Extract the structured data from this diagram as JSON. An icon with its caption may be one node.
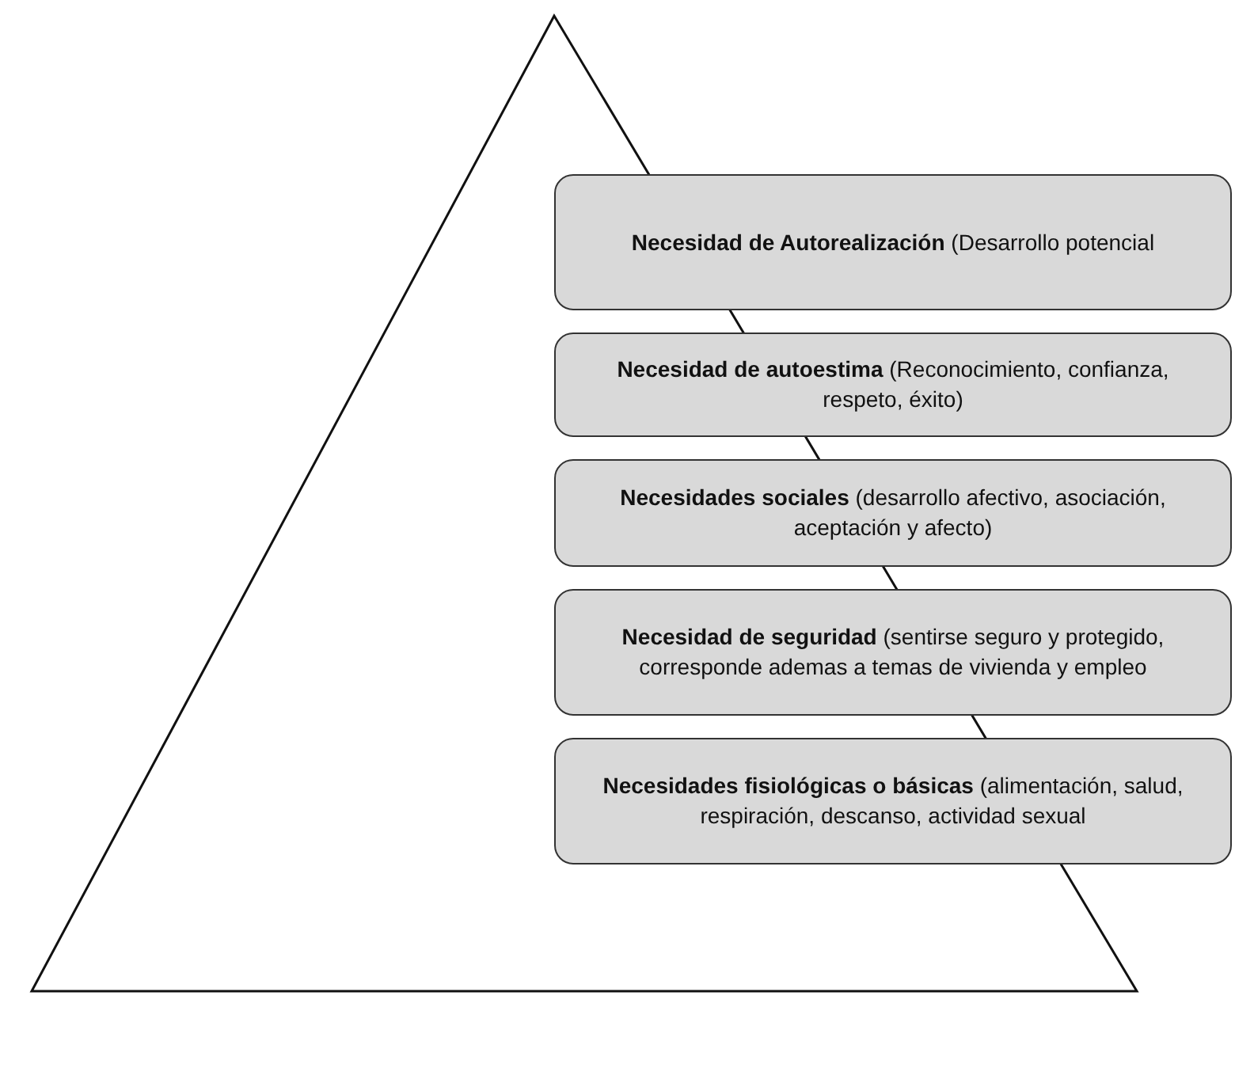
{
  "diagram": {
    "nodes": [
      {
        "text": [
          "**Necesidad de Autorealización** (Desarrollo potencial"
        ]
      },
      {
        "text": [
          "**Necesidad de autoestima** (Reconocimiento, confianza, respeto, éxito)"
        ]
      },
      {
        "text": [
          "**Necesidades sociales** (desarrollo afectivo, asociación, aceptación y afecto)"
        ]
      },
      {
        "text": [
          "**Necesidad de seguridad** (sentirse seguro y protegido, corresponde ademas a temas de vivienda y empleo"
        ]
      },
      {
        "text": [
          "**Necesidades fisiológicas o básicas** (alimentación, salud, respiración, descanso, actividad sexual"
        ]
      }
    ]
  }
}
